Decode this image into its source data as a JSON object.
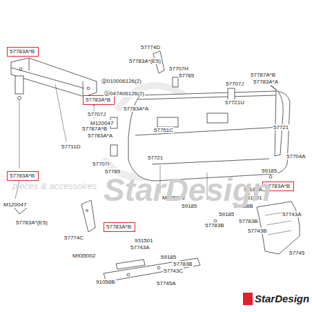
{
  "diagram": {
    "nodes": [
      {
        "text": [
          "57783A*B"
        ]
      },
      {
        "text": [
          "57783A*B"
        ]
      },
      {
        "text": [
          "57783A*B"
        ]
      },
      {
        "text": [
          "57783A*B"
        ]
      },
      {
        "text": [
          "57783A*B"
        ]
      }
    ],
    "labels": [
      "57711D",
      "M120047",
      "M120047",
      "57783A*(E5)",
      "57774C",
      "57774D",
      "57783A*(E5)",
      "57707H",
      "57785",
      "Ⓑ010006126(2)",
      "57707J",
      "Ⓢ047406126(2)",
      "57721U",
      "57783A*A",
      "57707J",
      "57787A*B",
      "57783A*A",
      "57751C",
      "57721",
      "57707I",
      "57785",
      "57787A*B",
      "57783A*A",
      "57721",
      "57704A",
      "59185",
      "91183A",
      "M935002",
      "931501",
      "59185",
      "91058B",
      "57743A",
      "59185",
      "57783B",
      "57743B",
      "57783B",
      "57745",
      "M935002",
      "931501",
      "57743A",
      "59185",
      "57783B",
      "57743C",
      "91058B",
      "57745A",
      "StarDesign",
      "pièces & accessoires",
      "StarDesign"
    ]
  }
}
